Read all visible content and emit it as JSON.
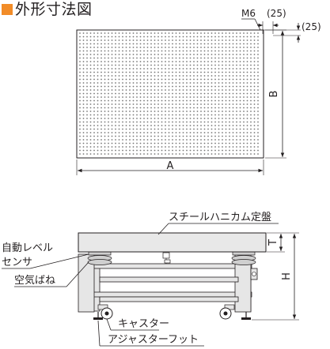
{
  "title": "外形寸法図",
  "colors": {
    "accent": "#f28c28",
    "line": "#231f20",
    "frame": "#e6e6e6",
    "hole": "#777777"
  },
  "top_view": {
    "thread_label": "M6",
    "margin_x": "(25)",
    "margin_y": "(25)",
    "dim_width": "A",
    "dim_depth": "B"
  },
  "side_view": {
    "table_label": "スチールハニカム定盤",
    "level_sensor_label_1": "自動レベル",
    "level_sensor_label_2": "センサ",
    "air_spring_label": "空気ばね",
    "caster_label": "キャスター",
    "adjuster_label": "アジャスターフット",
    "dim_thickness": "T",
    "dim_height": "H"
  }
}
